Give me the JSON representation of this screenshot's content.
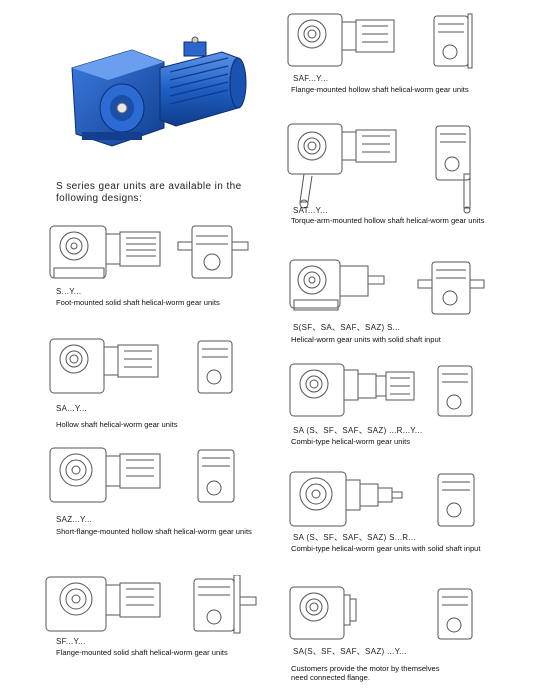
{
  "intro": {
    "line1": "S series gear units are available in the",
    "line2": "following designs:"
  },
  "designs": [
    {
      "code": "S...Y...",
      "desc": "Foot-mounted solid shaft helical-worm gear units"
    },
    {
      "code": "SA...Y...",
      "desc": "Hollow shaft helical-worm gear units"
    },
    {
      "code": "SAZ...Y...",
      "desc": "Short-flange-mounted hollow shaft helical-worm gear units"
    },
    {
      "code": "SF...Y...",
      "desc": "Flange-mounted solid shaft helical-worm gear units"
    },
    {
      "code": "SAF...Y...",
      "desc": "Flange-mounted hollow shaft helical-worm gear units"
    },
    {
      "code": "SAT...Y...",
      "desc": "Torque-arm-mounted hollow shaft helical-worm gear units"
    },
    {
      "code": "S(SF、SA、SAF、SAZ) S...",
      "desc": "Helical-worm gear units with solid shaft input"
    },
    {
      "code": "SA (S、SF、SAF、SAZ) ...R...Y...",
      "desc": "Combi-type helical-worm gear units"
    },
    {
      "code": "SA (S、SF、SAF、SAZ) S...R...",
      "desc": "Combi-type helical-worm gear units with solid shaft input"
    },
    {
      "code": "SA(S、SF、SAF、SAZ) ...Y...",
      "desc": "Customers provide the motor by themselves need connected flange."
    }
  ],
  "colors": {
    "product_blue": "#1f5fc4",
    "line": "#555555"
  }
}
